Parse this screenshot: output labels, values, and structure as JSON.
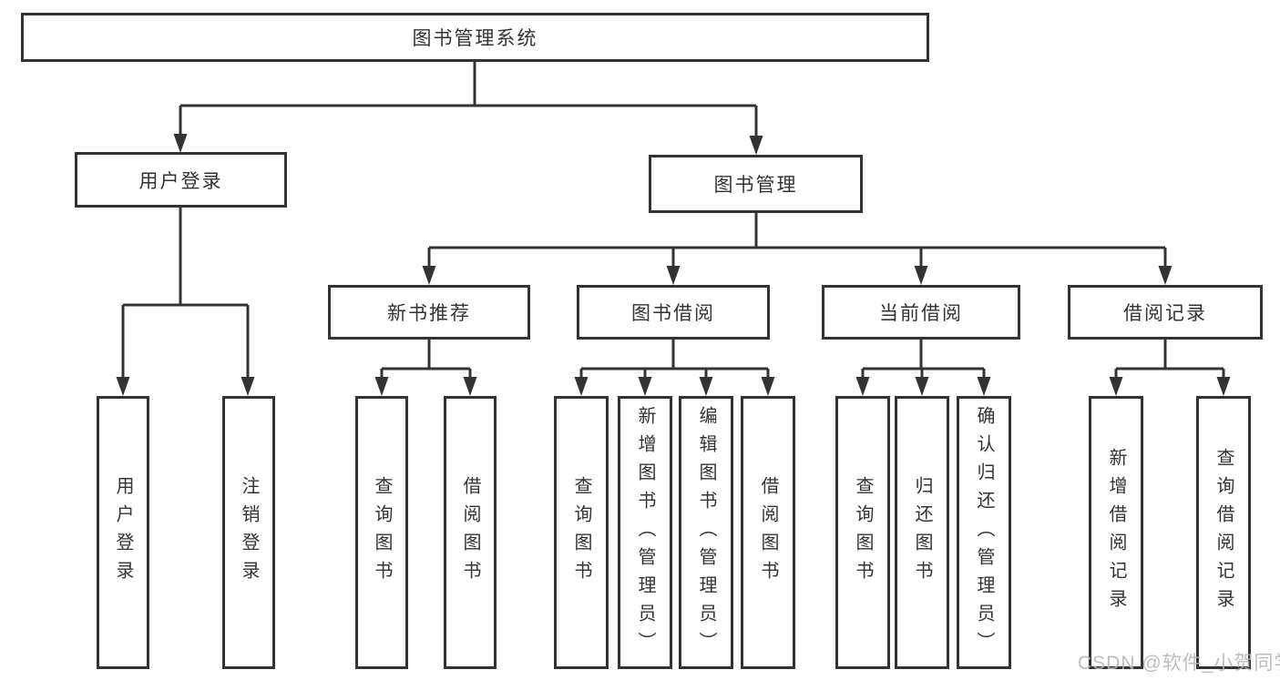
{
  "tree": {
    "root": {
      "label": "图书管理系统",
      "children": [
        {
          "label": "用户登录",
          "children": [
            {
              "label": "用户登录"
            },
            {
              "label": "注销登录"
            }
          ]
        },
        {
          "label": "图书管理",
          "children": [
            {
              "label": "新书推荐",
              "children": [
                {
                  "label": "查询图书"
                },
                {
                  "label": "借阅图书"
                }
              ]
            },
            {
              "label": "图书借阅",
              "children": [
                {
                  "label": "查询图书"
                },
                {
                  "label": "新增图书（管理员）"
                },
                {
                  "label": "编辑图书（管理员）"
                },
                {
                  "label": "借阅图书"
                }
              ]
            },
            {
              "label": "当前借阅",
              "children": [
                {
                  "label": "查询图书"
                },
                {
                  "label": "归还图书"
                },
                {
                  "label": "确认归还（管理员）"
                }
              ]
            },
            {
              "label": "借阅记录",
              "children": [
                {
                  "label": "新增借阅记录"
                },
                {
                  "label": "查询借阅记录"
                }
              ]
            }
          ]
        }
      ]
    }
  },
  "watermark": {
    "text": "CSDN @软件_小贺同学"
  },
  "colors": {
    "line": "#333333",
    "text": "#333333",
    "watermark": "#b6b6b6",
    "background": "#ffffff"
  }
}
